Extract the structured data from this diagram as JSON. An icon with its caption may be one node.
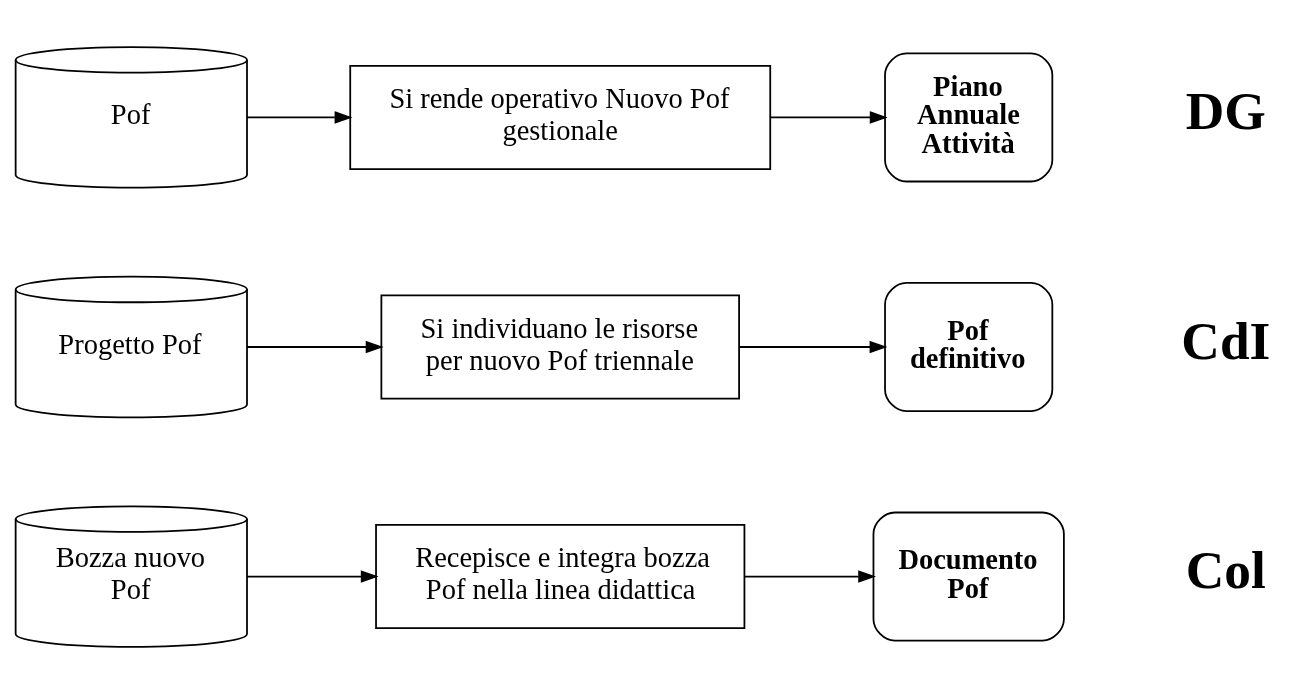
{
  "diagram": {
    "nodes": [
      {
        "text": [
          "Bozza nuovo Pof"
        ]
      },
      {
        "text": [
          "Recepisce e integra bozza Pof nella linea didattica"
        ]
      },
      {
        "text": [
          "Documento Pof"
        ]
      },
      {
        "text": [
          "Progetto Pof"
        ]
      },
      {
        "text": [
          "Si individuano le risorse per nuovo Pof triennale"
        ]
      },
      {
        "text": [
          "Pof definitivo"
        ]
      },
      {
        "text": [
          "Pof"
        ]
      },
      {
        "text": [
          "Si rende operativo Nuovo Pof gestionale"
        ]
      },
      {
        "text": [
          "Piano Annuale Attività"
        ]
      }
    ],
    "edges": [
      {
        "from": 0,
        "to": 1,
        "arrow": "to"
      },
      {
        "from": 1,
        "to": 2,
        "arrow": "to"
      },
      {
        "from": 3,
        "to": 4,
        "arrow": "to"
      },
      {
        "from": 4,
        "to": 5,
        "arrow": "to"
      },
      {
        "from": 6,
        "to": 7,
        "arrow": "to"
      },
      {
        "from": 7,
        "to": 8,
        "arrow": "to"
      }
    ],
    "labels": [
      "Col",
      "CdI",
      "DG"
    ]
  }
}
